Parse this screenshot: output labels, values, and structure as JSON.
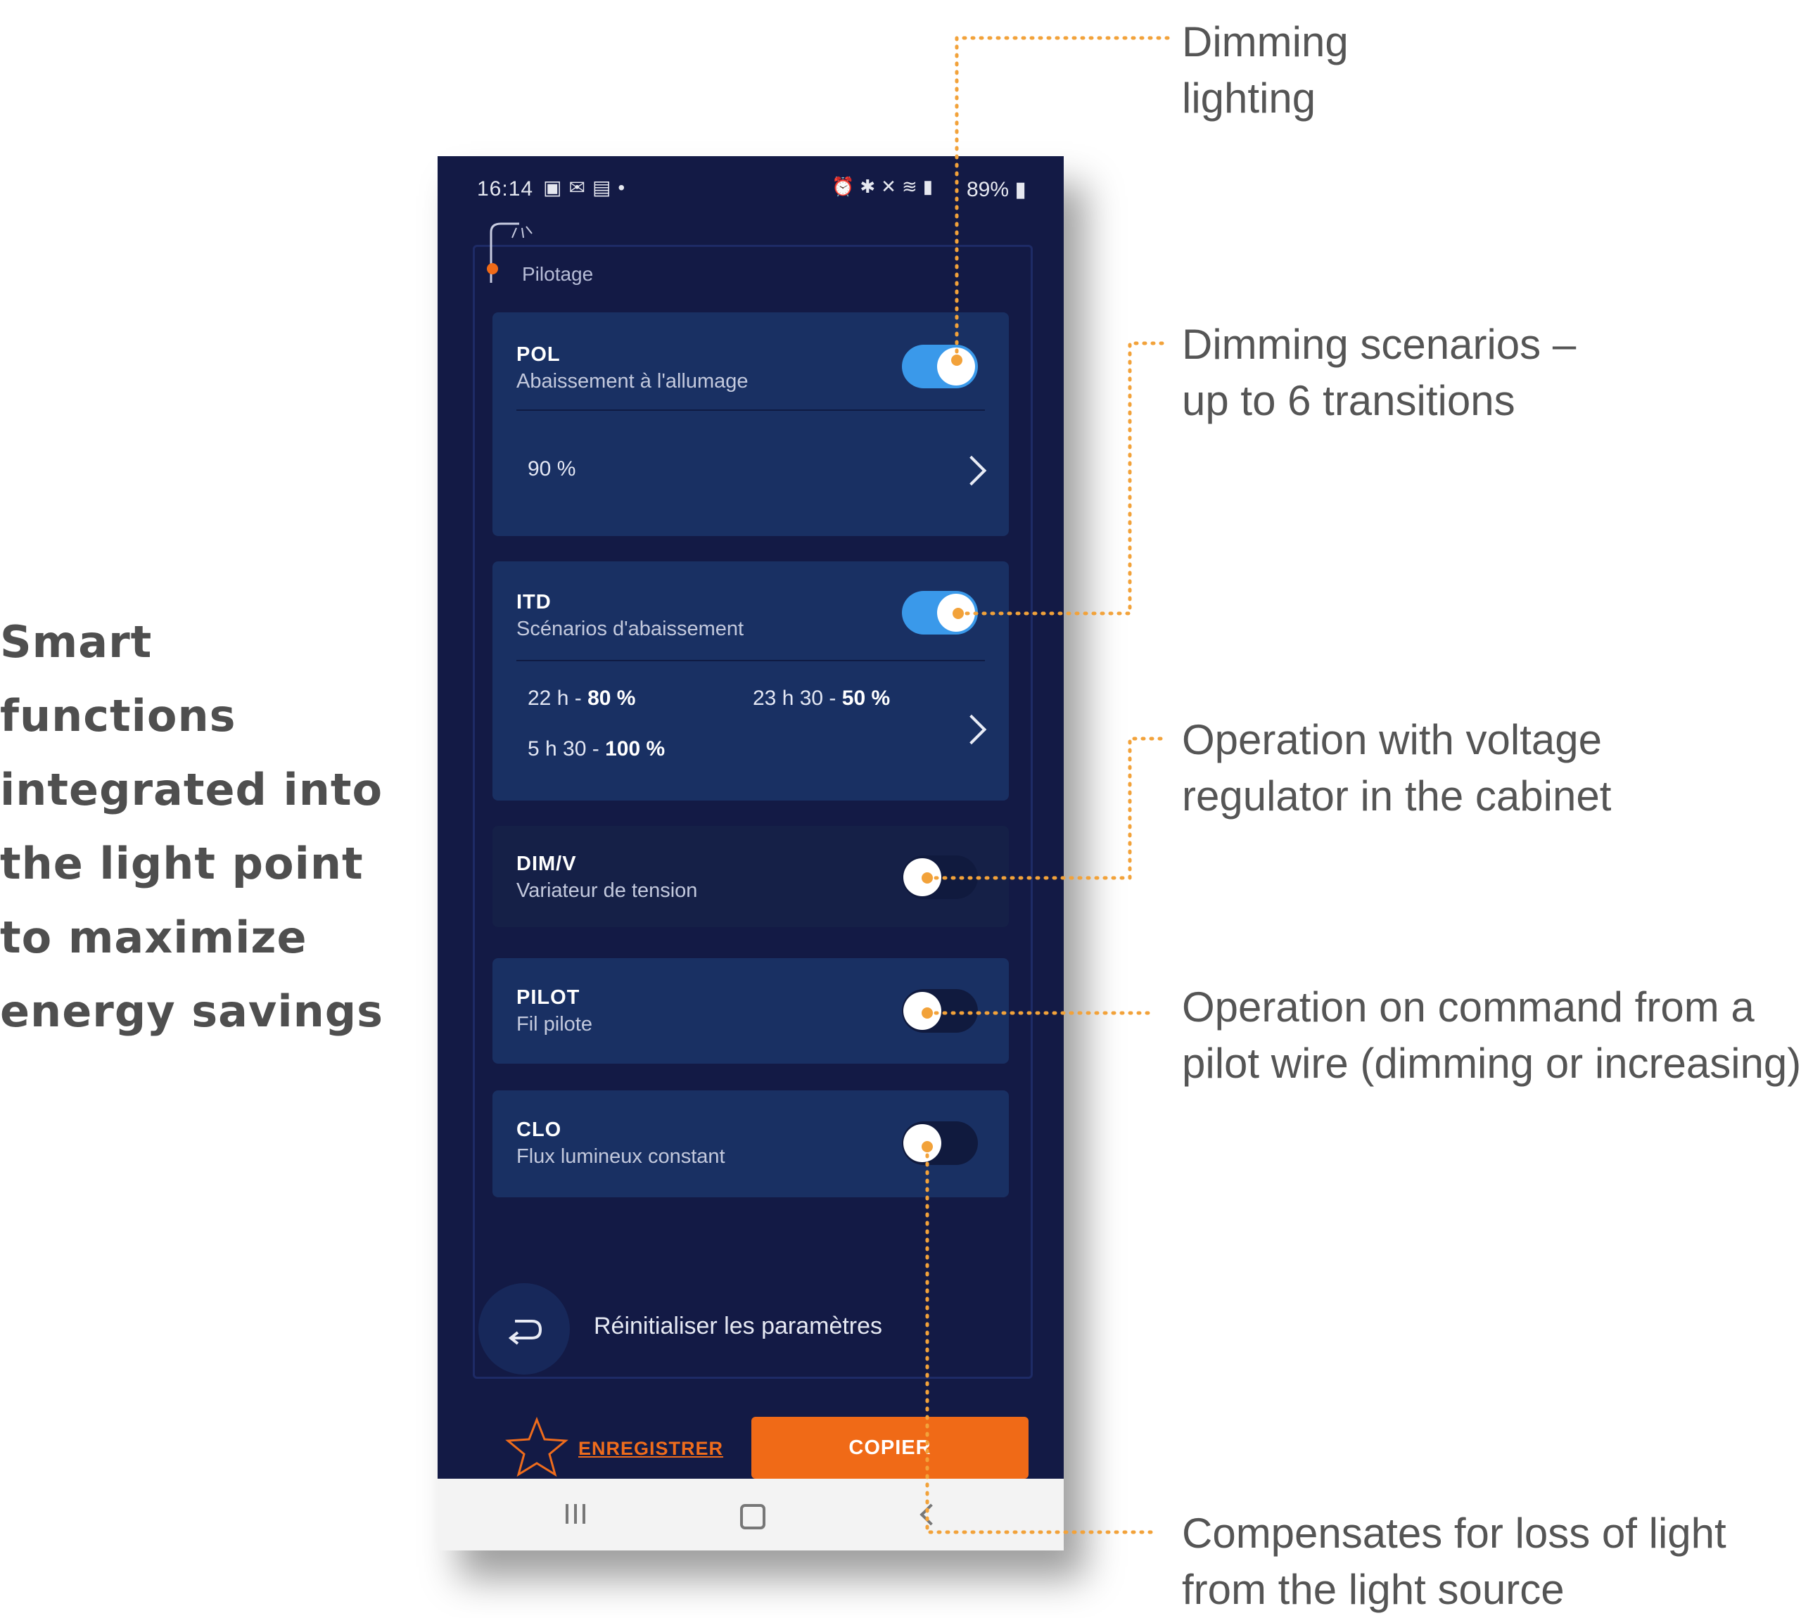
{
  "headline": {
    "lines": [
      "Smart",
      "functions",
      "integrated into",
      "the light point",
      "to maximize",
      "energy savings"
    ]
  },
  "phone": {
    "status_bar": {
      "time": "16:14",
      "left_icons": [
        "gallery-icon",
        "mail-icon",
        "teams-icon",
        "dot-icon"
      ],
      "right_icons": [
        "alarm-icon",
        "bluetooth-icon",
        "mute-icon",
        "wifi-icon",
        "signal-icon"
      ],
      "battery": "89%"
    },
    "panel_title": "Pilotage",
    "cards": {
      "pol": {
        "title": "POL",
        "subtitle": "Abaissement à l'allumage",
        "toggle_on": true,
        "value": "90 %"
      },
      "itd": {
        "title": "ITD",
        "subtitle": "Scénarios d'abaissement",
        "toggle_on": true,
        "schedule": [
          {
            "time": "22 h  - ",
            "level": "80 %"
          },
          {
            "time": "23 h 30 - ",
            "level": "50 %"
          },
          {
            "time": "5 h 30 - ",
            "level": "100 %"
          }
        ]
      },
      "dimv": {
        "title": "DIM/V",
        "subtitle": "Variateur de tension",
        "toggle_on": false
      },
      "pilot": {
        "title": "PILOT",
        "subtitle": "Fil pilote",
        "toggle_on": false
      },
      "clo": {
        "title": "CLO",
        "subtitle": "Flux lumineux constant",
        "toggle_on": false
      }
    },
    "reset_label": "Réinitialiser les paramètres",
    "save_label": "ENREGISTRER",
    "copy_label": "COPIER"
  },
  "callouts": {
    "dimming_lighting": [
      "Dimming",
      "lighting"
    ],
    "dimming_scenarios": [
      "Dimming scenarios –",
      "up to 6 transitions"
    ],
    "voltage_regulator": [
      "Operation with voltage",
      "regulator in the cabinet"
    ],
    "pilot_wire": [
      "Operation on command from a",
      "pilot wire (dimming or increasing)"
    ],
    "constant_flux": [
      "Compensates for loss of light",
      "from the light source"
    ]
  },
  "colors": {
    "accent_orange": "#f06a17",
    "app_background": "#131a45",
    "card_background": "#193063",
    "toggle_on": "#3a99ea",
    "callout_line": "#f2a23a",
    "headline_text": "#4f4f4f"
  }
}
